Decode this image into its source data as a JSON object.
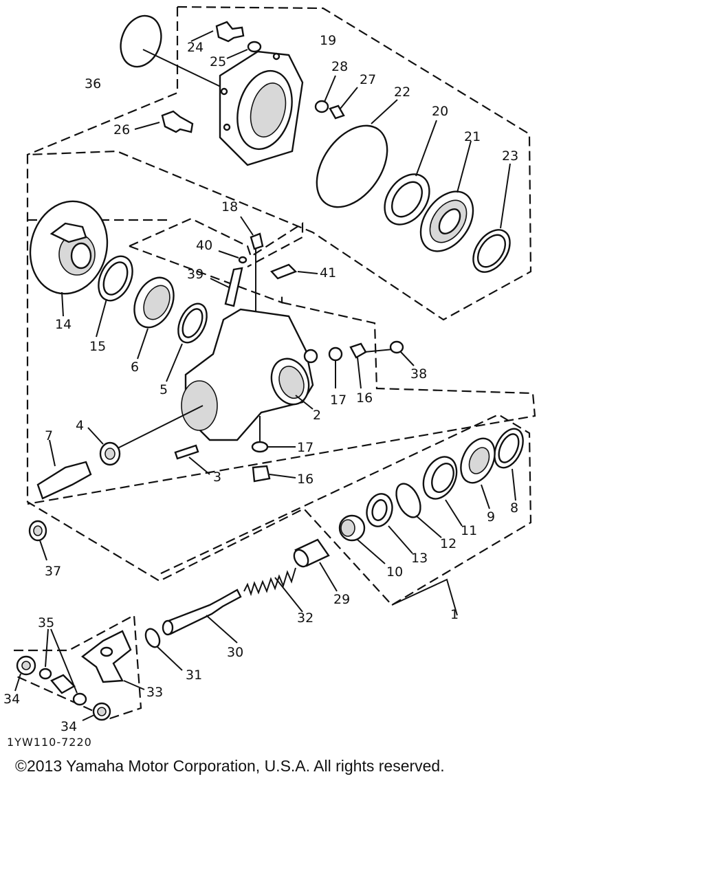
{
  "diagram": {
    "callouts": [
      "1",
      "2",
      "3",
      "4",
      "5",
      "6",
      "7",
      "8",
      "9",
      "10",
      "11",
      "12",
      "13",
      "14",
      "15",
      "16",
      "17",
      "18",
      "19",
      "20",
      "21",
      "22",
      "23",
      "24",
      "25",
      "26",
      "27",
      "28",
      "29",
      "30",
      "31",
      "32",
      "33",
      "34",
      "35",
      "36",
      "37",
      "38",
      "39",
      "40",
      "41"
    ],
    "callouts_repeated": [
      "16",
      "17",
      "34"
    ],
    "drawing_code": "1YW110-7220"
  },
  "footer": {
    "copyright": "©2013 Yamaha Motor Corporation, U.S.A. All rights reserved."
  }
}
